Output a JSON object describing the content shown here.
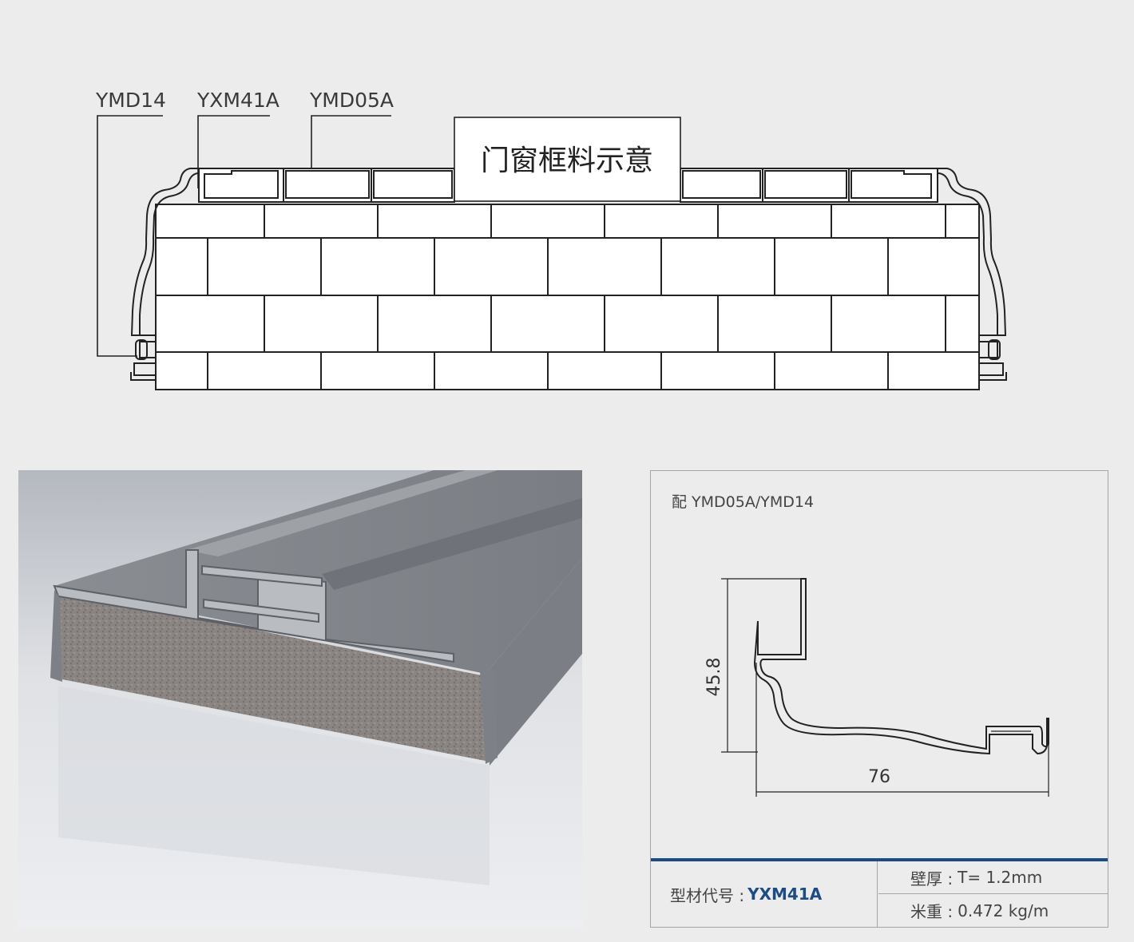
{
  "diagram": {
    "title": "门窗框料示意",
    "callouts": [
      "YMD14",
      "YXM41A",
      "YMD05A"
    ]
  },
  "spec": {
    "compatible": "配 YMD05A/YMD14",
    "dimensions": {
      "height": "45.8",
      "width": "76"
    },
    "code_label": "型材代号 :",
    "code_value": "YXM41A",
    "thickness_label": "壁厚 :",
    "thickness_value": "T=  1.2mm",
    "weight_label": "米重 :",
    "weight_value": "0.472 kg/m"
  },
  "colors": {
    "accent": "#1d4b86",
    "background": "#ececec",
    "line": "#222222"
  },
  "photo": {
    "icon": "aluminum-profile-render"
  }
}
